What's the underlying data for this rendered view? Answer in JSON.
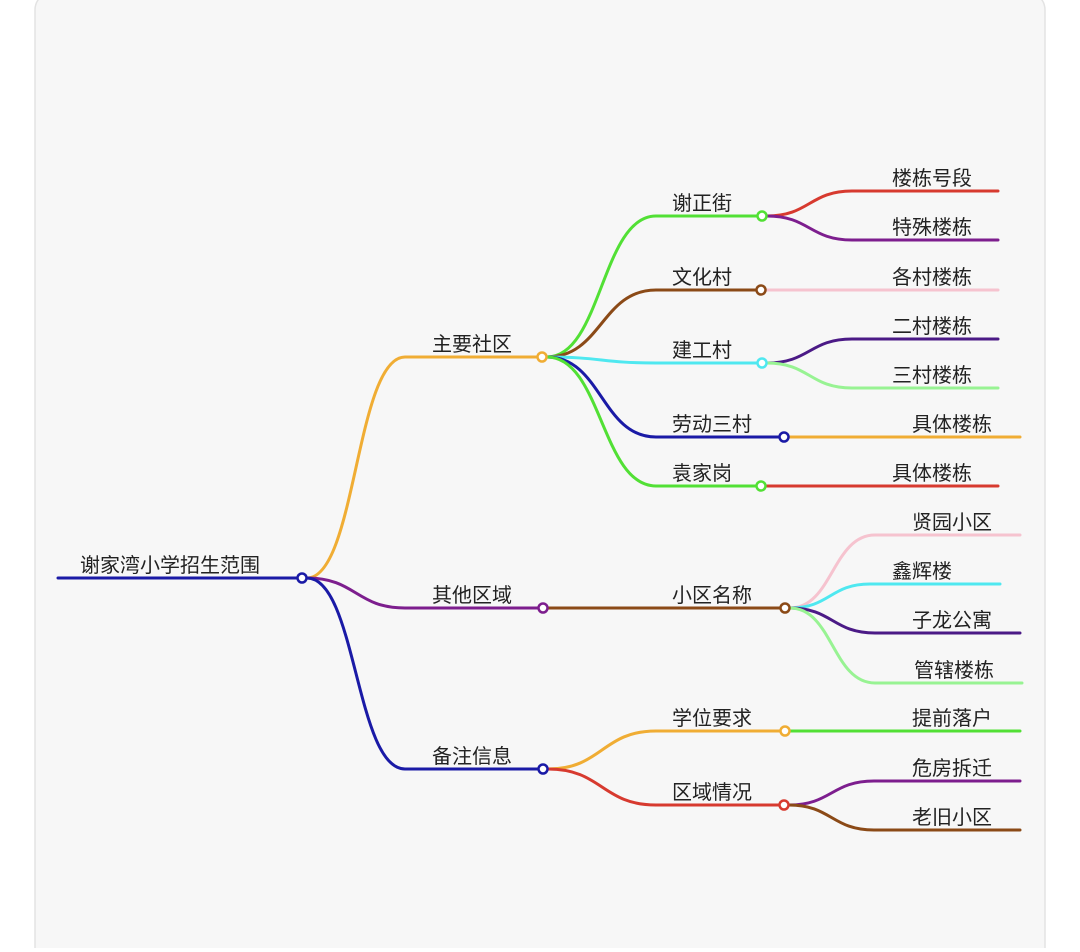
{
  "colors": {
    "background": "#f7f7f7",
    "card_border": "#e3e3e3",
    "text": "#222222",
    "navy": "#1a1aa6",
    "orange": "#f0ad34",
    "purple": "#7d1e8e",
    "green": "#52e035",
    "brown": "#8b4a17",
    "cyan": "#4fe8f0",
    "red": "#d73a2f",
    "pink": "#f6c3cf",
    "indigo": "#4b1a86",
    "lightgreen": "#98f393"
  },
  "mindmap": {
    "root": {
      "label": "谢家湾小学招生范围",
      "color": "navy"
    },
    "branches": [
      {
        "label": "主要社区",
        "color": "orange",
        "children": [
          {
            "label": "谢正街",
            "color": "green",
            "children": [
              {
                "label": "楼栋号段",
                "color": "red"
              },
              {
                "label": "特殊楼栋",
                "color": "purple"
              }
            ]
          },
          {
            "label": "文化村",
            "color": "brown",
            "children": [
              {
                "label": "各村楼栋",
                "color": "pink"
              }
            ]
          },
          {
            "label": "建工村",
            "color": "cyan",
            "children": [
              {
                "label": "二村楼栋",
                "color": "indigo"
              },
              {
                "label": "三村楼栋",
                "color": "lightgreen"
              }
            ]
          },
          {
            "label": "劳动三村",
            "color": "navy",
            "children": [
              {
                "label": "具体楼栋",
                "color": "orange"
              }
            ]
          },
          {
            "label": "袁家岗",
            "color": "green",
            "children": [
              {
                "label": "具体楼栋",
                "color": "red"
              }
            ]
          }
        ]
      },
      {
        "label": "其他区域",
        "color": "purple",
        "children": [
          {
            "label": "小区名称",
            "color": "brown",
            "children": [
              {
                "label": "贤园小区",
                "color": "pink"
              },
              {
                "label": "鑫辉楼",
                "color": "cyan"
              },
              {
                "label": "子龙公寓",
                "color": "indigo"
              },
              {
                "label": "管辖楼栋",
                "color": "lightgreen"
              }
            ]
          }
        ]
      },
      {
        "label": "备注信息",
        "color": "navy",
        "children": [
          {
            "label": "学位要求",
            "color": "orange",
            "children": [
              {
                "label": "提前落户",
                "color": "green"
              }
            ]
          },
          {
            "label": "区域情况",
            "color": "red",
            "children": [
              {
                "label": "危房拆迁",
                "color": "purple"
              },
              {
                "label": "老旧小区",
                "color": "brown"
              }
            ]
          }
        ]
      }
    ]
  }
}
